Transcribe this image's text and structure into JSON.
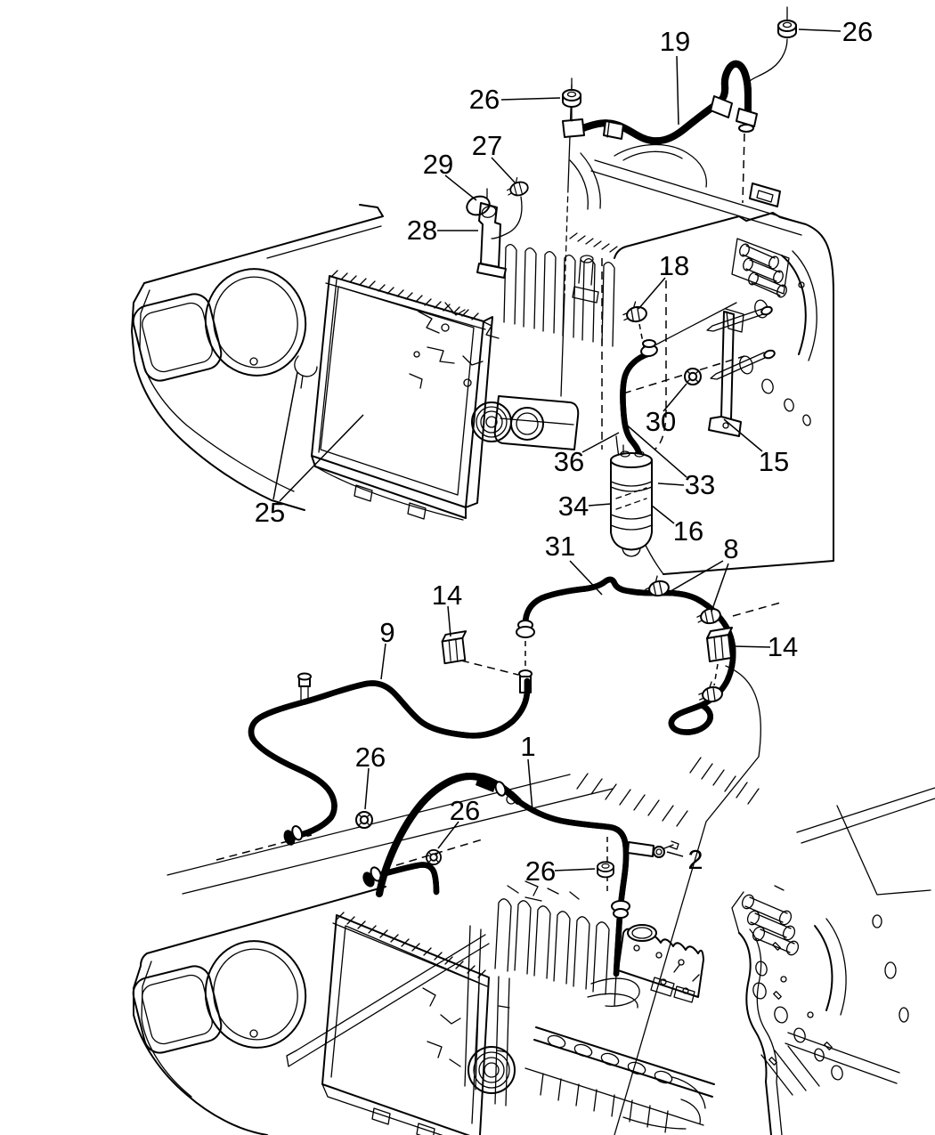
{
  "document": {
    "type": "parts-diagram",
    "description": "A/C plumbing engine-compartment line-art diagram with two exploded views and numbered part callouts",
    "background_color": "#ffffff",
    "ink_color": "#000000"
  },
  "views": {
    "upper": {
      "name": "upper-view"
    },
    "lower": {
      "name": "lower-view"
    }
  },
  "callouts": [
    {
      "id": "callout-26-top-right",
      "label": "26"
    },
    {
      "id": "callout-19",
      "label": "19"
    },
    {
      "id": "callout-26-upper-left",
      "label": "26"
    },
    {
      "id": "callout-27",
      "label": "27"
    },
    {
      "id": "callout-29",
      "label": "29"
    },
    {
      "id": "callout-28",
      "label": "28"
    },
    {
      "id": "callout-18",
      "label": "18"
    },
    {
      "id": "callout-30",
      "label": "30"
    },
    {
      "id": "callout-36",
      "label": "36"
    },
    {
      "id": "callout-15",
      "label": "15"
    },
    {
      "id": "callout-33",
      "label": "33"
    },
    {
      "id": "callout-34",
      "label": "34"
    },
    {
      "id": "callout-25",
      "label": "25"
    },
    {
      "id": "callout-16",
      "label": "16"
    },
    {
      "id": "callout-31",
      "label": "31"
    },
    {
      "id": "callout-8",
      "label": "8"
    },
    {
      "id": "callout-14-left",
      "label": "14"
    },
    {
      "id": "callout-9",
      "label": "9"
    },
    {
      "id": "callout-14-right",
      "label": "14"
    },
    {
      "id": "callout-1",
      "label": "1"
    },
    {
      "id": "callout-26-mid-left",
      "label": "26"
    },
    {
      "id": "callout-26-lower-left",
      "label": "26"
    },
    {
      "id": "callout-2",
      "label": "2"
    },
    {
      "id": "callout-26-bottom",
      "label": "26"
    }
  ]
}
